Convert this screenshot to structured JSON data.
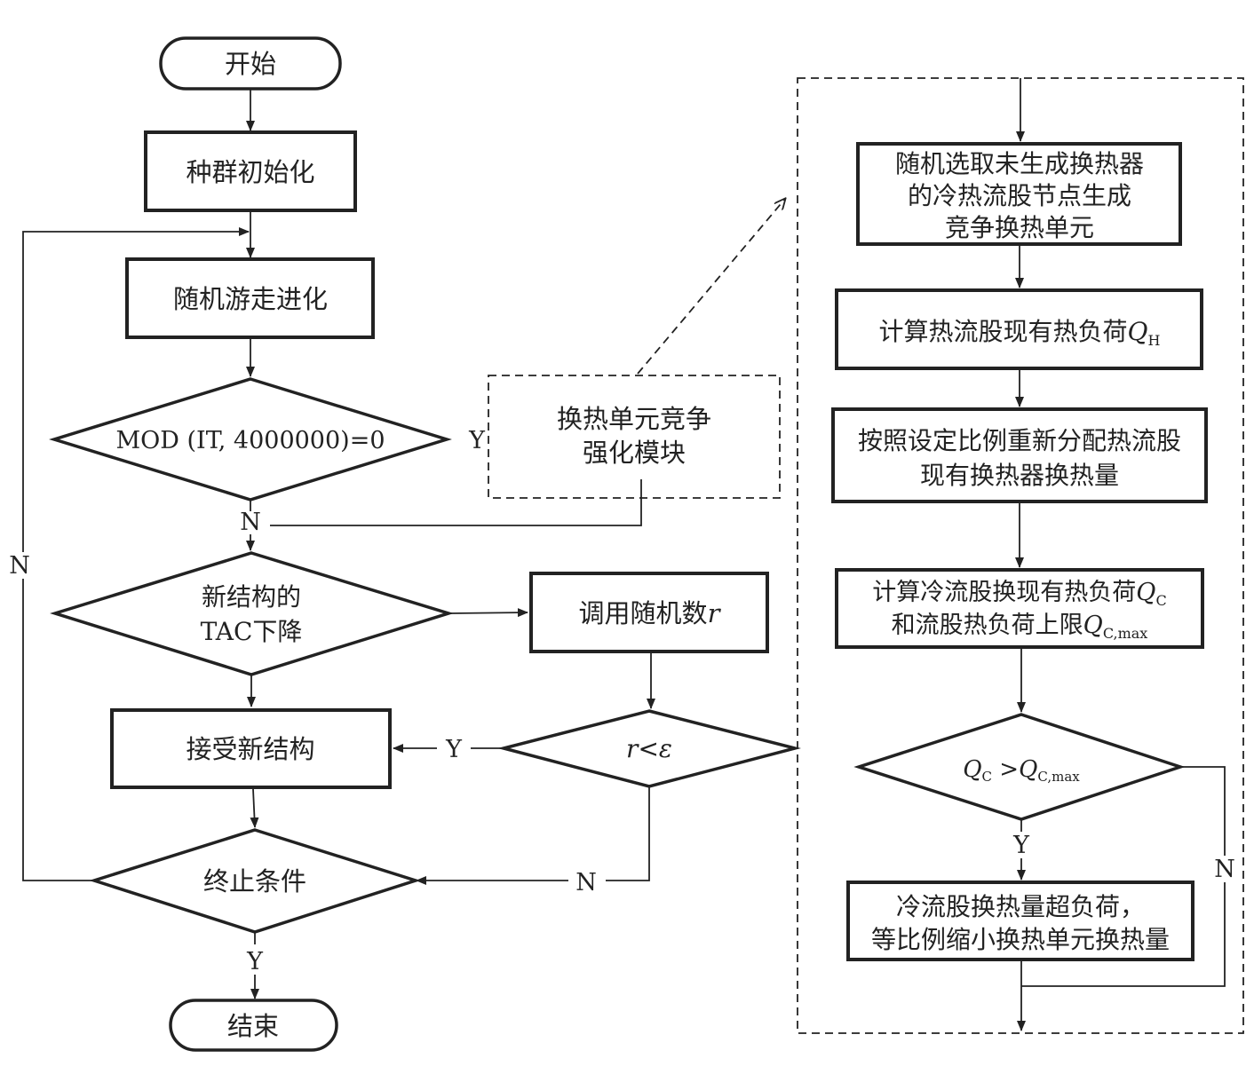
{
  "left": {
    "start": "开始",
    "init": "种群初始化",
    "random_walk": "随机游走进化",
    "mod_condition": "MOD (IT, 4000000)=0",
    "module_line1": "换热单元竞争",
    "module_line2": "强化模块",
    "tac_line1": "新结构的",
    "tac_line2": "TAC下降",
    "call_random_prefix": "调用随机数",
    "call_random_var": "r",
    "r_var": "r",
    "r_op": "<",
    "r_eps": "ε",
    "accept": "接受新结构",
    "terminate": "终止条件",
    "end": "结束"
  },
  "right": {
    "step1_line1": "随机选取未生成换热器",
    "step1_line2": "的冷热流股节点生成",
    "step1_line3": "竞争换热单元",
    "step2_prefix": "计算热流股现有热负荷",
    "step2_q": "Q",
    "step2_sub": "H",
    "step3_line1": "按照设定比例重新分配热流股",
    "step3_line2": "现有换热器换热量",
    "step4_line1_prefix": "计算冷流股换现有热负荷",
    "step4_q": "Q",
    "step4_sub": "C",
    "step4_line2_prefix": "和流股热负荷上限",
    "step4_q2": "Q",
    "step4_sub2": "C,max",
    "cond_q1": "Q",
    "cond_sub1": "C",
    "cond_op": " >",
    "cond_q2": "Q",
    "cond_sub2": "C,max",
    "step5_line1": "冷流股换热量超负荷，",
    "step5_line2": "等比例缩小换热单元换热量"
  },
  "labels": {
    "y1": "Y",
    "n1": "N",
    "n_loop": "N",
    "y2": "Y",
    "n2": "N",
    "y3": "Y",
    "y_right": "Y",
    "n_right": "N"
  }
}
